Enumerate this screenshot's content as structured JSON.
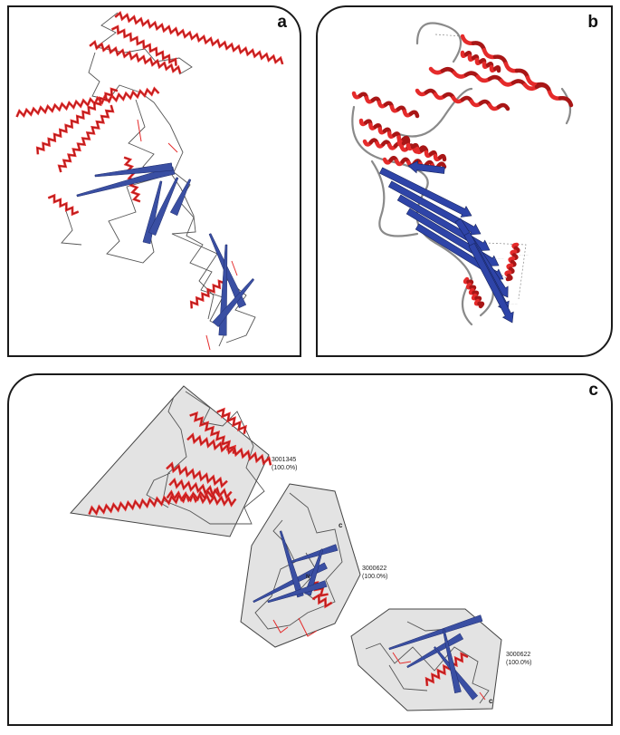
{
  "panels": {
    "a": {
      "label": "a"
    },
    "b": {
      "label": "b"
    },
    "c": {
      "label": "c"
    }
  },
  "domains": [
    {
      "id": "3001345",
      "percent": "(100.0%)"
    },
    {
      "id": "3000622",
      "percent": "(100.0%)"
    },
    {
      "id": "3000622",
      "percent": "(100.0%)"
    }
  ],
  "termini": {
    "c_top": "c",
    "n_mid": "N",
    "c_bottom": "c"
  },
  "colors": {
    "helix": "#e52b2b",
    "strand": "#3a4fa3",
    "coil": "#555555",
    "hull": "#e3e3e3"
  }
}
